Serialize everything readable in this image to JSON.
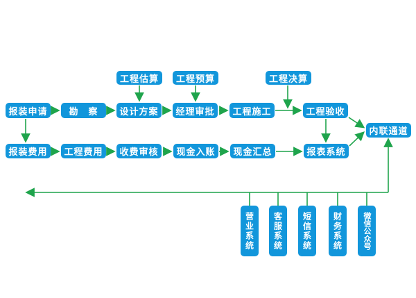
{
  "colors": {
    "box_fill": "#1296db",
    "box_text": "#ffffff",
    "arrow": "#1fa44c",
    "background": "#ffffff"
  },
  "flow": {
    "top_row": [
      {
        "label": "工程估算"
      },
      {
        "label": "工程预算"
      },
      {
        "label": "工程决算"
      }
    ],
    "main_row": [
      {
        "label": "报装申请"
      },
      {
        "label": "勘　察"
      },
      {
        "label": "设计方案"
      },
      {
        "label": "经理审批"
      },
      {
        "label": "工程施工"
      },
      {
        "label": "工程验收"
      }
    ],
    "hub": {
      "label": "内联通道"
    },
    "fee_row": [
      {
        "label": "报装费用"
      },
      {
        "label": "工程费用"
      },
      {
        "label": "收费审核"
      },
      {
        "label": "现金入账"
      },
      {
        "label": "现金汇总"
      },
      {
        "label": "报表系统"
      }
    ],
    "systems_row": [
      {
        "label": "营业系统"
      },
      {
        "label": "客服系统"
      },
      {
        "label": "短信系统"
      },
      {
        "label": "财务系统"
      },
      {
        "label": "微信公众号"
      }
    ]
  }
}
